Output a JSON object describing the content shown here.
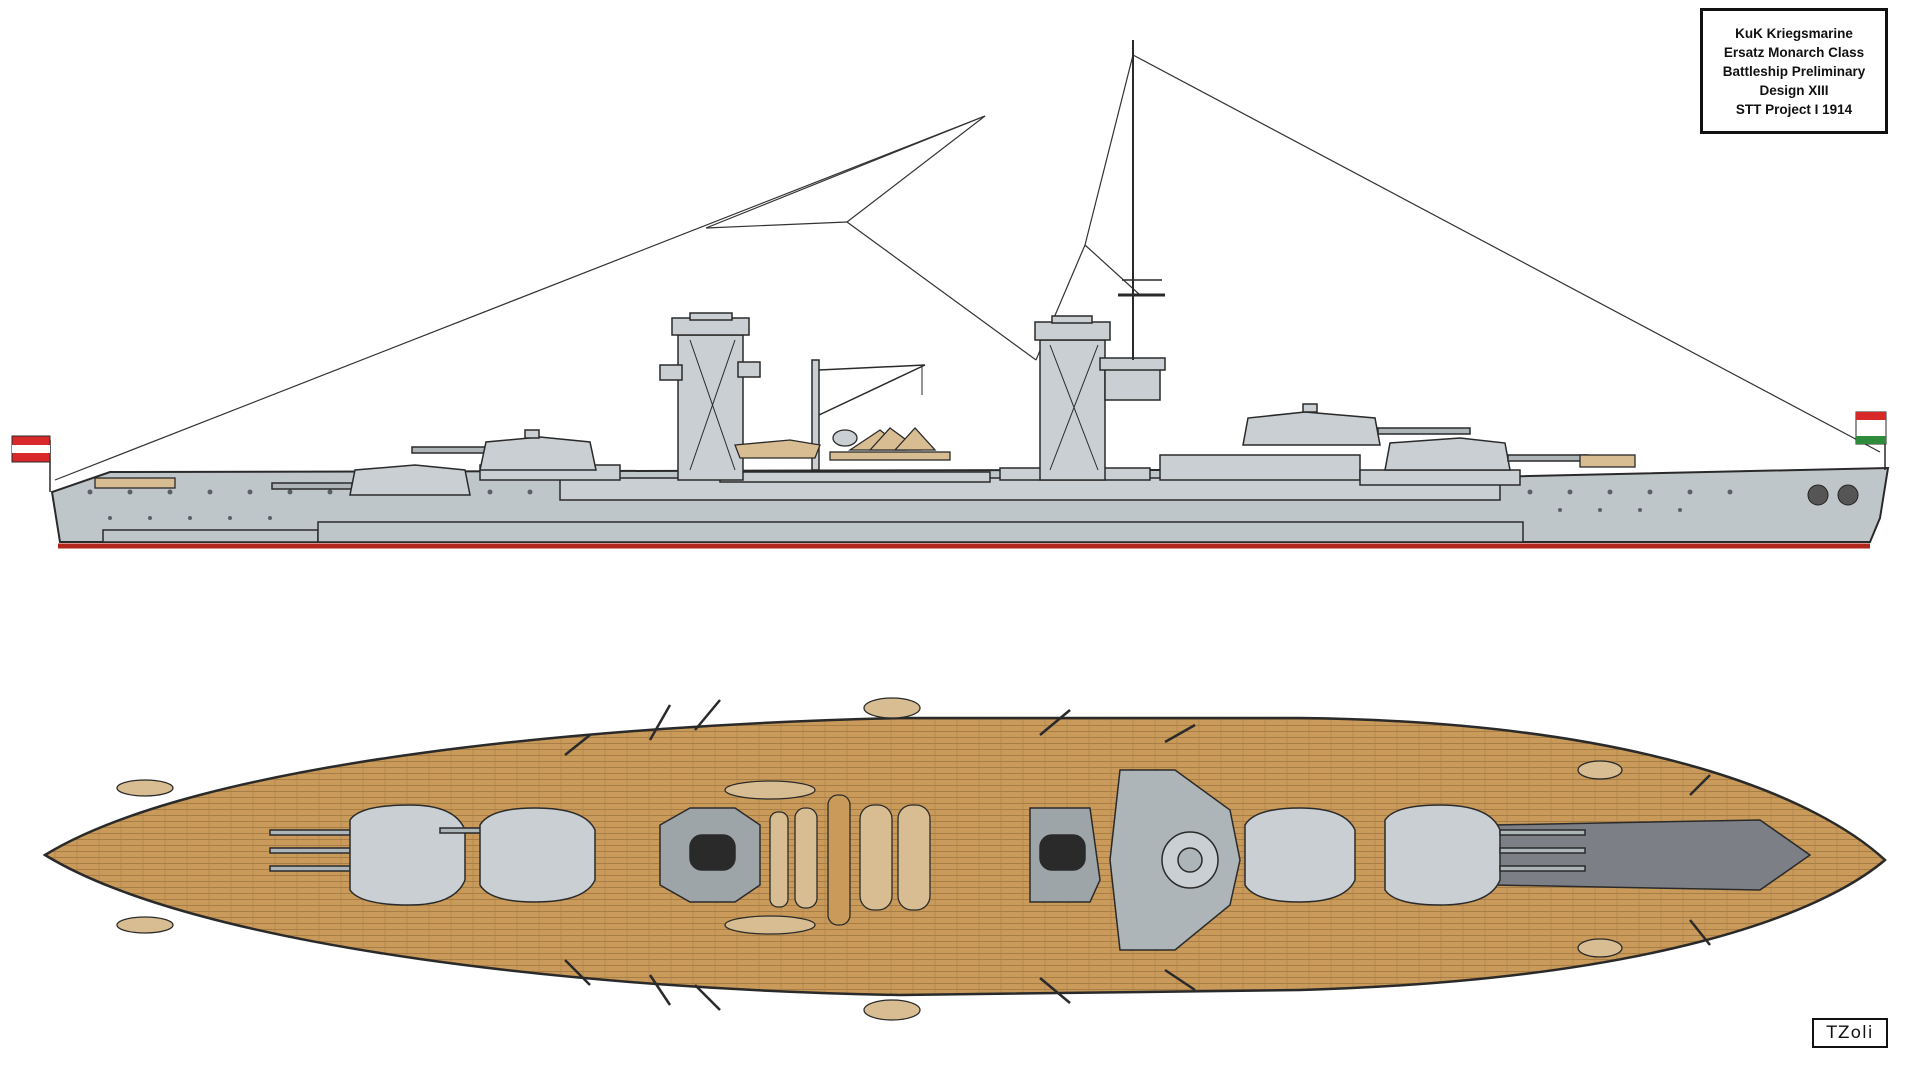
{
  "title_block": {
    "lines": [
      "KuK Kriegsmarine",
      "Ersatz Monarch Class",
      "Battleship Preliminary",
      "Design XIII",
      "STT Project I 1914"
    ]
  },
  "signature": "TZoli",
  "colors": {
    "hull_gray": "#bfc6c9",
    "superstructure_gray": "#c9cfd2",
    "deck_wood": "#c99a5a",
    "boat_tan": "#d9bd92",
    "waterline_red": "#b3261e",
    "outline": "#2a2a2a",
    "flag_red": "#d8282a",
    "forecastle_dark": "#7d7f86"
  },
  "drawings": {
    "side_profile": "profile-view",
    "top_plan": "plan-view"
  }
}
